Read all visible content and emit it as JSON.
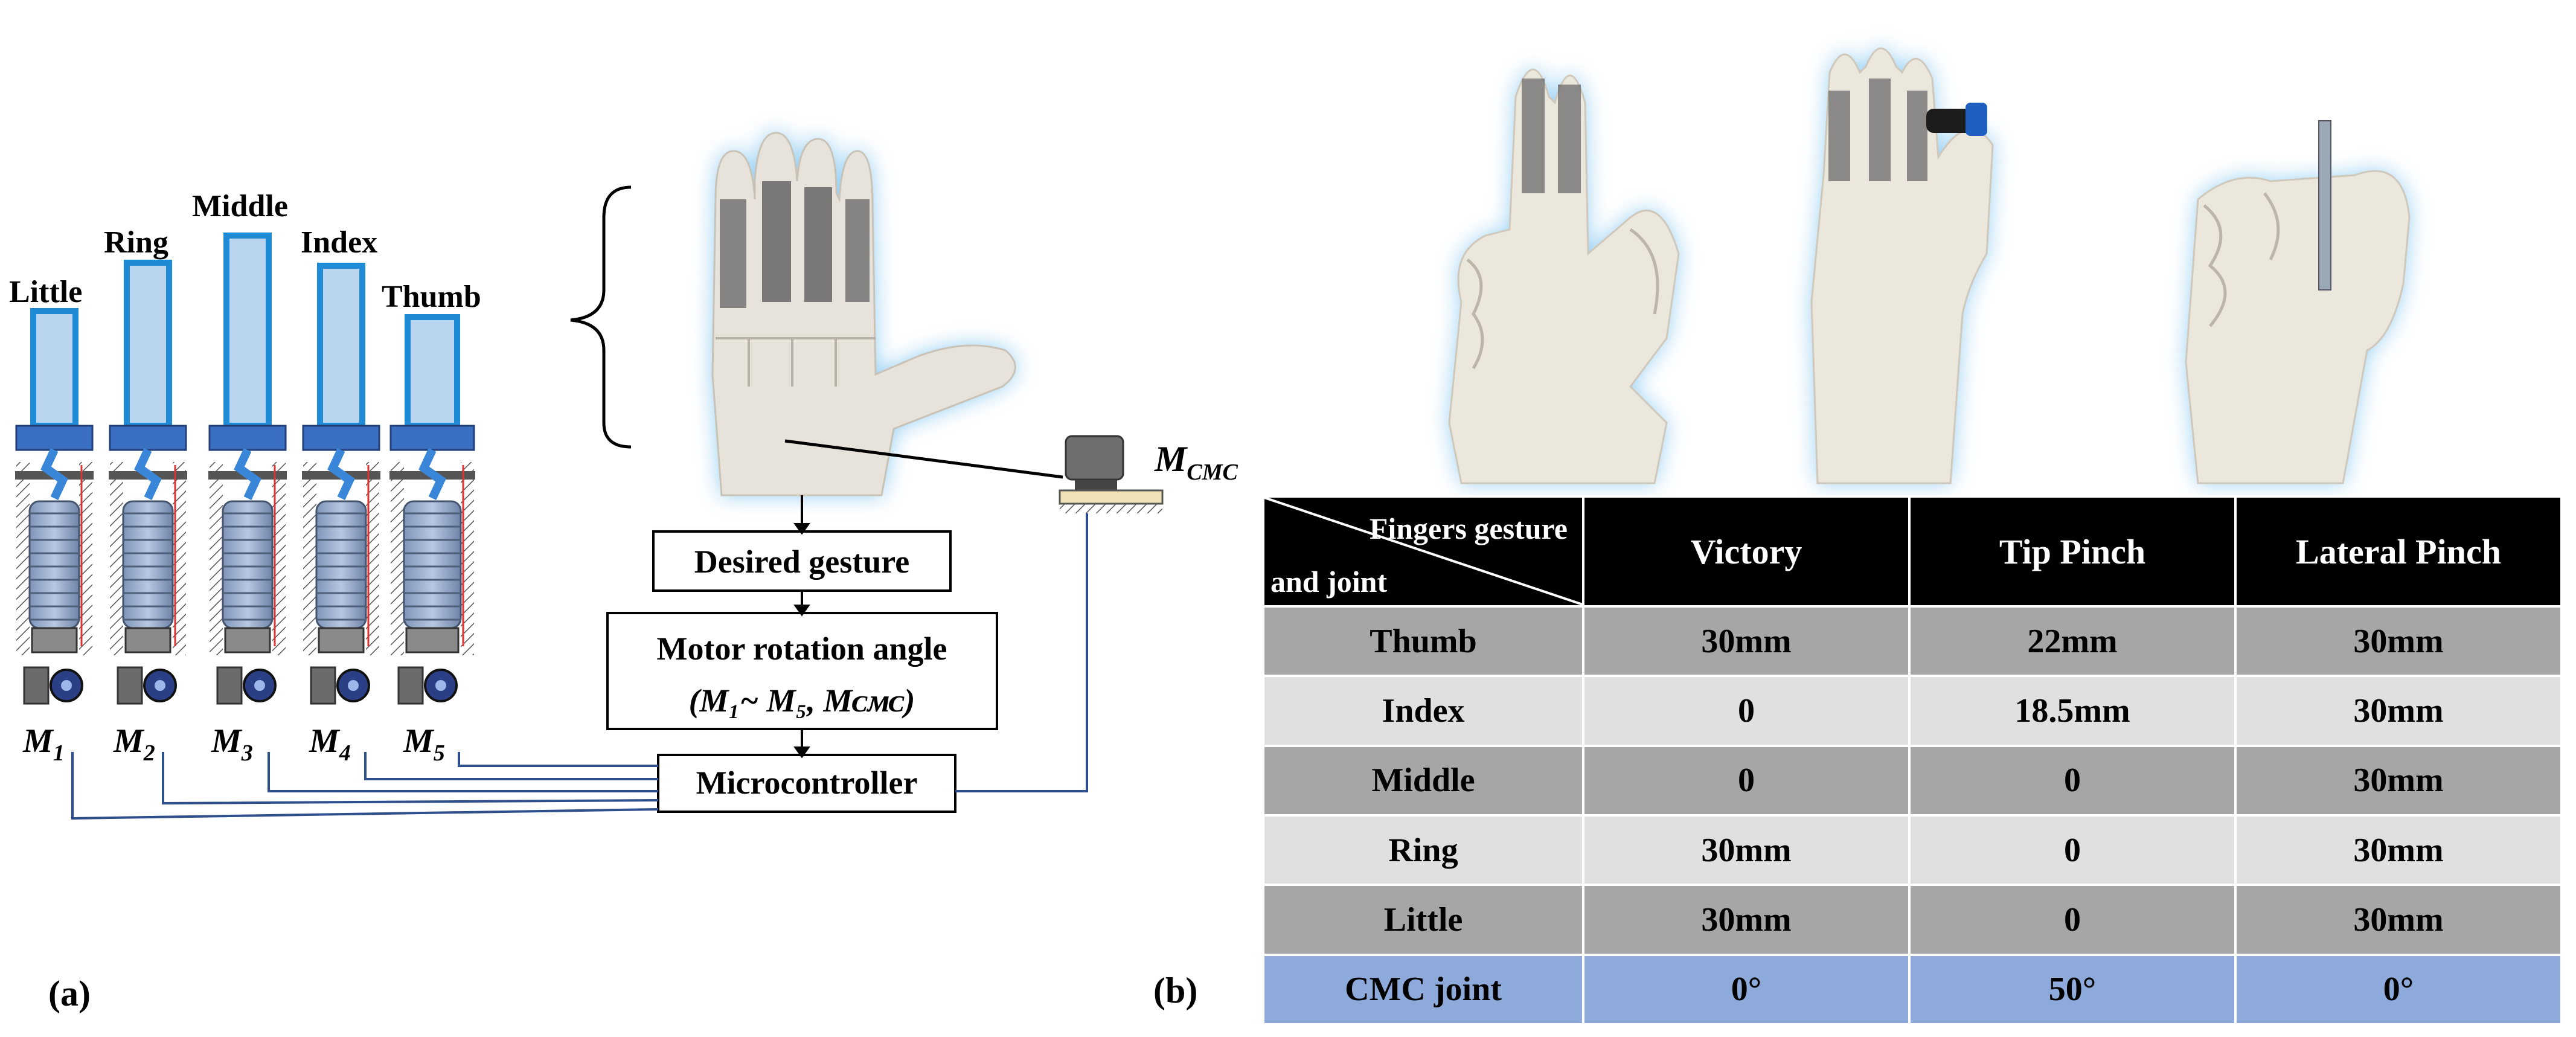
{
  "panel_a": {
    "label": "(a)",
    "finger_labels": [
      "Little",
      "Ring",
      "Middle",
      "Index",
      "Thumb"
    ],
    "motor_labels": [
      "M",
      "M",
      "M",
      "M",
      "M"
    ],
    "motor_subscripts": [
      "1",
      "2",
      "3",
      "4",
      "5"
    ],
    "cmc_motor_main": "M",
    "cmc_motor_sub": "CMC",
    "flow": {
      "desired": "Desired gesture",
      "motor_line1": "Motor rotation angle",
      "motor_line2": "(M₁~ M₅, Mᴄᴍᴄ)",
      "controller": "Microcontroller"
    }
  },
  "panel_b": {
    "label": "(b)",
    "table": {
      "corner_top": "Fingers      gesture",
      "corner_bottom": "and joint",
      "columns": [
        "Victory",
        "Tip Pinch",
        "Lateral Pinch"
      ],
      "rows": [
        {
          "name": "Thumb",
          "values": [
            "30mm",
            "22mm",
            "30mm"
          ]
        },
        {
          "name": "Index",
          "values": [
            "0",
            "18.5mm",
            "30mm"
          ]
        },
        {
          "name": "Middle",
          "values": [
            "0",
            "0",
            "30mm"
          ]
        },
        {
          "name": "Ring",
          "values": [
            "30mm",
            "0",
            "30mm"
          ]
        },
        {
          "name": "Little",
          "values": [
            "30mm",
            "0",
            "30mm"
          ]
        },
        {
          "name": "CMC joint",
          "values": [
            "0°",
            "50°",
            "0°"
          ]
        }
      ]
    }
  },
  "colors": {
    "finger_blue": "#1f8ad6",
    "finger_fill": "#b9d4ef",
    "wire_blue": "#2e4f8c",
    "table_header": "#000000",
    "row_dark": "#a6a6a6",
    "row_light": "#e0e0e0",
    "row_cmc": "#8eaadb",
    "hand_glow": "#7cc3f0"
  }
}
